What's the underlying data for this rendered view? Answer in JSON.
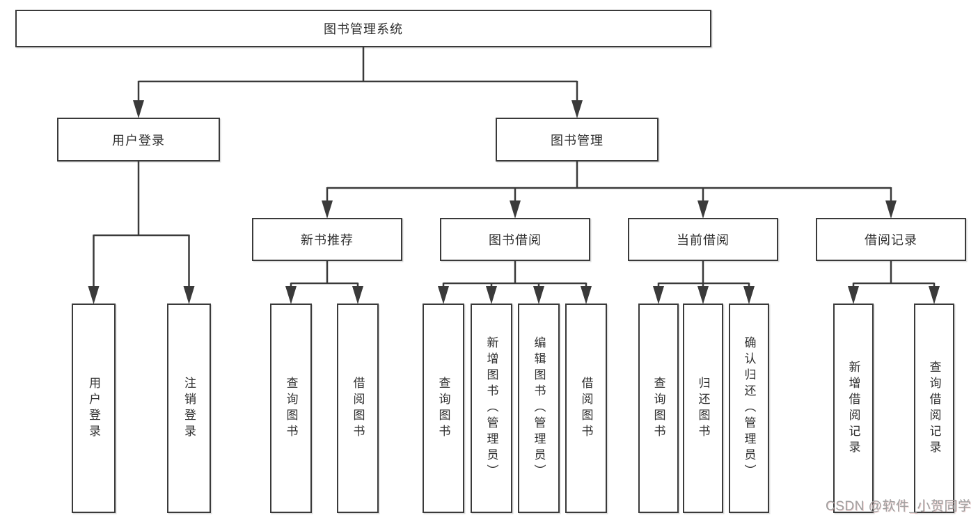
{
  "diagram": {
    "root": "图书管理系统",
    "login": {
      "label": "用户登录",
      "children": [
        "用户登录",
        "注销登录"
      ]
    },
    "manage": {
      "label": "图书管理",
      "sections": [
        {
          "label": "新书推荐",
          "children": [
            "查询图书",
            "借阅图书"
          ]
        },
        {
          "label": "图书借阅",
          "children": [
            "查询图书",
            "新增图书（管理员）",
            "编辑图书（管理员）",
            "借阅图书"
          ]
        },
        {
          "label": "当前借阅",
          "children": [
            "查询图书",
            "归还图书",
            "确认归还（管理员）"
          ]
        },
        {
          "label": "借阅记录",
          "children": [
            "新增借阅记录",
            "查询借阅记录"
          ]
        }
      ]
    }
  },
  "watermark": "CSDN @软件_小贺同学",
  "colors": {
    "line": "#3a3a3a",
    "text": "#2f2f2f",
    "background": "#ffffff",
    "watermark": "#9f9f9f"
  }
}
